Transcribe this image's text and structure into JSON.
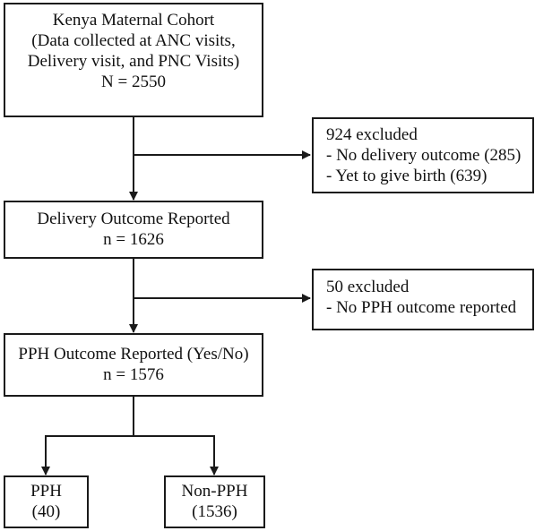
{
  "cohort": {
    "lines": [
      "Kenya Maternal Cohort",
      "(Data collected at ANC visits,",
      "Delivery visit, and PNC Visits)",
      "N = 2550"
    ]
  },
  "exclusion1": {
    "lines": [
      "924 excluded",
      "- No delivery outcome (285)",
      "- Yet to give birth (639)"
    ]
  },
  "delivery": {
    "lines": [
      "Delivery Outcome Reported",
      "n = 1626"
    ]
  },
  "exclusion2": {
    "lines": [
      "50 excluded",
      "- No PPH outcome reported"
    ]
  },
  "pph_outcome": {
    "lines": [
      "PPH Outcome Reported (Yes/No)",
      "n = 1576"
    ]
  },
  "pph": {
    "lines": [
      "PPH",
      "(40)"
    ]
  },
  "non_pph": {
    "lines": [
      "Non-PPH",
      "(1536)"
    ]
  },
  "colors": {
    "line": "#1a1a1a",
    "background": "#ffffff"
  }
}
